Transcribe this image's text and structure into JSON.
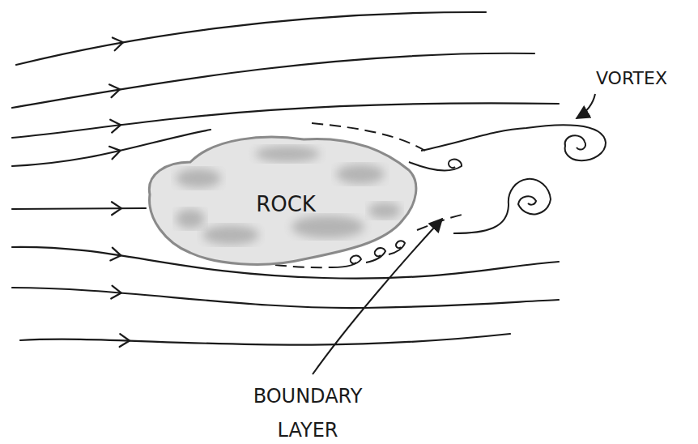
{
  "diagram": {
    "nodes": [
      {
        "text": [
          "ROCK"
        ]
      }
    ],
    "labels": [
      "VORTEX",
      "BOUNDARY LAYER"
    ]
  }
}
